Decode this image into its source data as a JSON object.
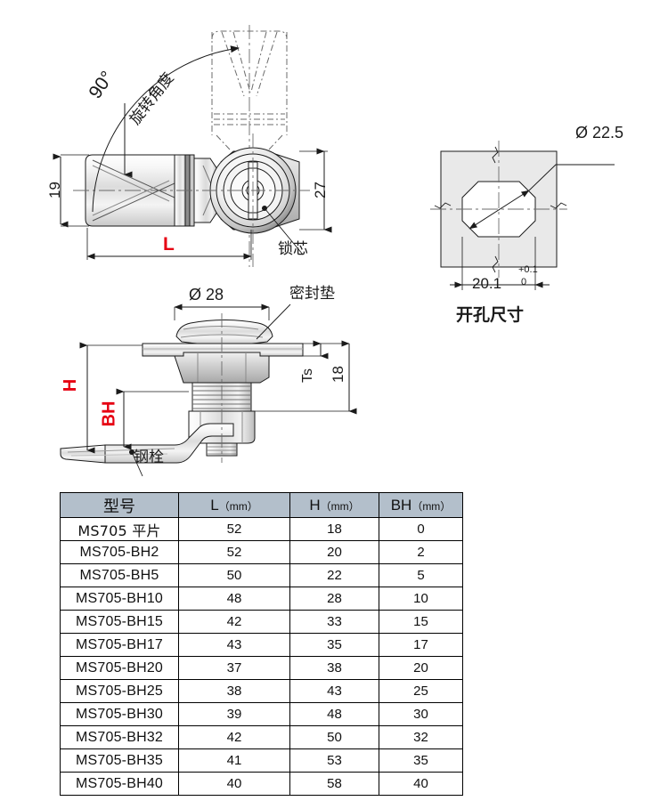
{
  "document": {
    "type": "technical-drawing",
    "product_family": "MS705"
  },
  "views": {
    "top_view": {
      "name": "top-side-view",
      "labels": {
        "angle": "90°",
        "angle_text": "旋转角度",
        "height_19": "19",
        "height_27": "27",
        "length_L": "L",
        "lock_core": "锁芯"
      }
    },
    "front_view": {
      "name": "front-section-view",
      "labels": {
        "diameter_28": "Ø 28",
        "gasket": "密封垫",
        "H": "H",
        "BH": "BH",
        "Ts": "Ts",
        "height_18": "18",
        "bolt": "钢栓"
      }
    },
    "cutout_view": {
      "name": "panel-cutout-view",
      "labels": {
        "diameter_22_5": "Ø 22.5",
        "width_20_1": "20.1",
        "tolerance_upper": "+0.1",
        "tolerance_lower": "0",
        "caption": "开孔尺寸"
      }
    }
  },
  "table": {
    "headers": [
      "型号",
      "L",
      "H",
      "BH"
    ],
    "header_units": [
      "",
      "（mm）",
      "（mm）",
      "（mm）"
    ],
    "rows": [
      {
        "model": "MS705 平片",
        "L": "52",
        "H": "18",
        "BH": "0"
      },
      {
        "model": "MS705-BH2",
        "L": "52",
        "H": "20",
        "BH": "2"
      },
      {
        "model": "MS705-BH5",
        "L": "50",
        "H": "22",
        "BH": "5"
      },
      {
        "model": "MS705-BH10",
        "L": "48",
        "H": "28",
        "BH": "10"
      },
      {
        "model": "MS705-BH15",
        "L": "42",
        "H": "33",
        "BH": "15"
      },
      {
        "model": "MS705-BH17",
        "L": "43",
        "H": "35",
        "BH": "17"
      },
      {
        "model": "MS705-BH20",
        "L": "37",
        "H": "38",
        "BH": "20"
      },
      {
        "model": "MS705-BH25",
        "L": "38",
        "H": "43",
        "BH": "25"
      },
      {
        "model": "MS705-BH30",
        "L": "39",
        "H": "48",
        "BH": "30"
      },
      {
        "model": "MS705-BH32",
        "L": "42",
        "H": "50",
        "BH": "32"
      },
      {
        "model": "MS705-BH35",
        "L": "41",
        "H": "53",
        "BH": "35"
      },
      {
        "model": "MS705-BH40",
        "L": "40",
        "H": "58",
        "BH": "40"
      }
    ]
  },
  "colors": {
    "table_header_bg": "#b3bfcb",
    "accent_red": "#e60012",
    "line": "#1a1a1a",
    "metal_light": "#f2f2f2",
    "metal_mid": "#d8d8d8",
    "metal_dark": "#9a9a9a"
  }
}
